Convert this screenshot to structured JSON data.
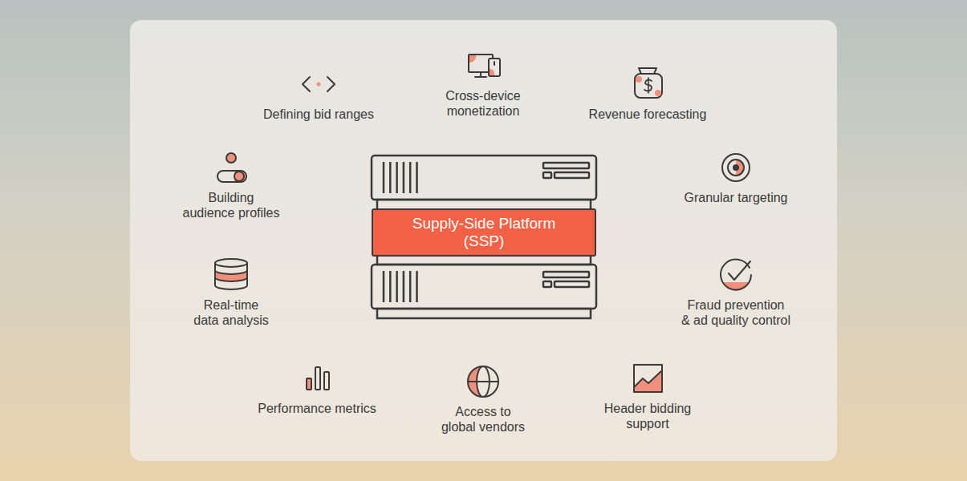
{
  "diagram": {
    "nodes": [
      {
        "text": [
          "Supply-Side Platform (SSP)"
        ]
      }
    ],
    "labels": [
      "Defining bid ranges",
      "Cross-device monetization",
      "Revenue forecasting",
      "Building audience profiles",
      "Granular targeting",
      "Real-time data analysis",
      "Fraud prevention & ad quality control",
      "Performance metrics",
      "Access to global vendors",
      "Header bidding support"
    ]
  }
}
